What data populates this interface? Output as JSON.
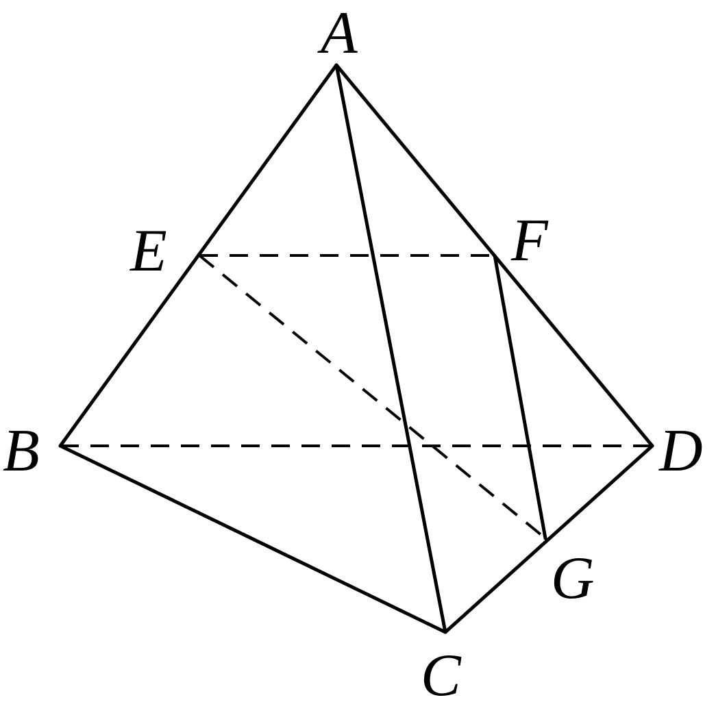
{
  "figure": {
    "labels": {
      "A": "A",
      "B": "B",
      "C": "C",
      "D": "D",
      "E": "E",
      "F": "F",
      "G": "G"
    },
    "solid_edges": [
      "AB",
      "AC",
      "AD",
      "BC",
      "CD",
      "FG"
    ],
    "dashed_edges": [
      "BD",
      "EF",
      "EG"
    ],
    "line_color": "#000000",
    "background": "#ffffff"
  }
}
